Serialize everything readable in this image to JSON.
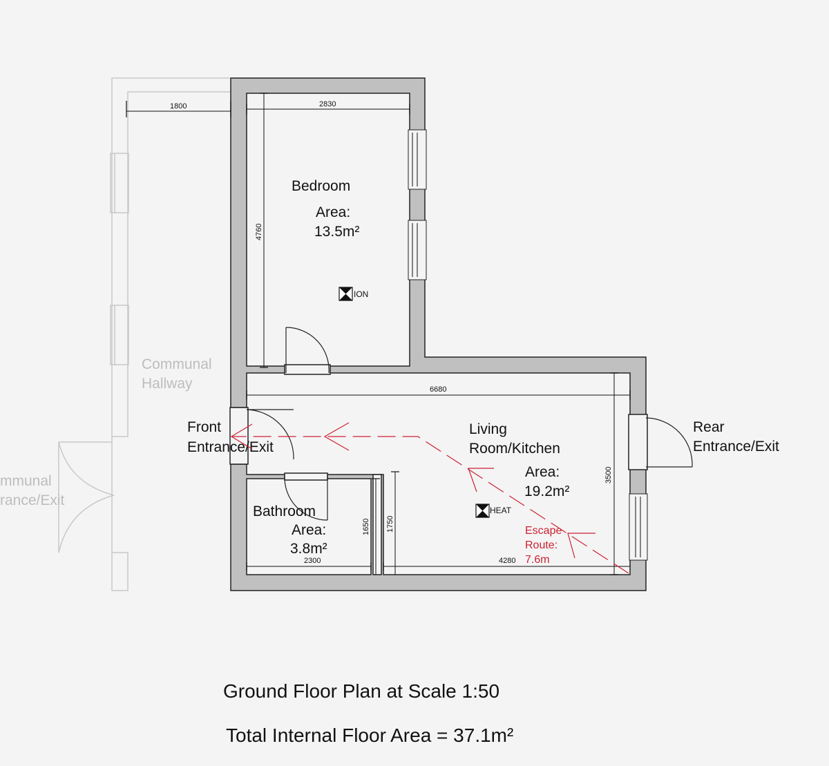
{
  "rooms": {
    "bedroom": {
      "name": "Bedroom",
      "area_label": "Area:",
      "area": "13.5m²",
      "fixture": "ION"
    },
    "living": {
      "name_line1": "Living",
      "name_line2": "Room/Kitchen",
      "area_label": "Area:",
      "area": "19.2m²",
      "fixture": "HEAT"
    },
    "bathroom": {
      "name": "Bathroom",
      "area_label": "Area:",
      "area": "3.8m²"
    }
  },
  "labels": {
    "front_line1": "Front",
    "front_line2": "Entrance/Exit",
    "rear_line1": "Rear",
    "rear_line2": "Entrance/Exit",
    "hallway_line1": "Communal",
    "hallway_line2": "Hallway",
    "communal_line1": "mmunal",
    "communal_line2": "rance/Exit"
  },
  "escape": {
    "line1": "Escape",
    "line2": "Route:",
    "line3": "7.6m"
  },
  "dimensions": {
    "d1800": "1800",
    "d2830": "2830",
    "d4760": "4760",
    "d6680": "6680",
    "d3500": "3500",
    "d1650": "1650",
    "d1750": "1750",
    "d2300": "2300",
    "d4280": "4280"
  },
  "footer": {
    "title": "Ground Floor Plan at Scale 1:50",
    "total": "Total Internal Floor Area = 37.1m²"
  },
  "colors": {
    "wall": "#c0c0c0",
    "escape_route": "#cc2233",
    "ghost": "#c8c8c8"
  }
}
